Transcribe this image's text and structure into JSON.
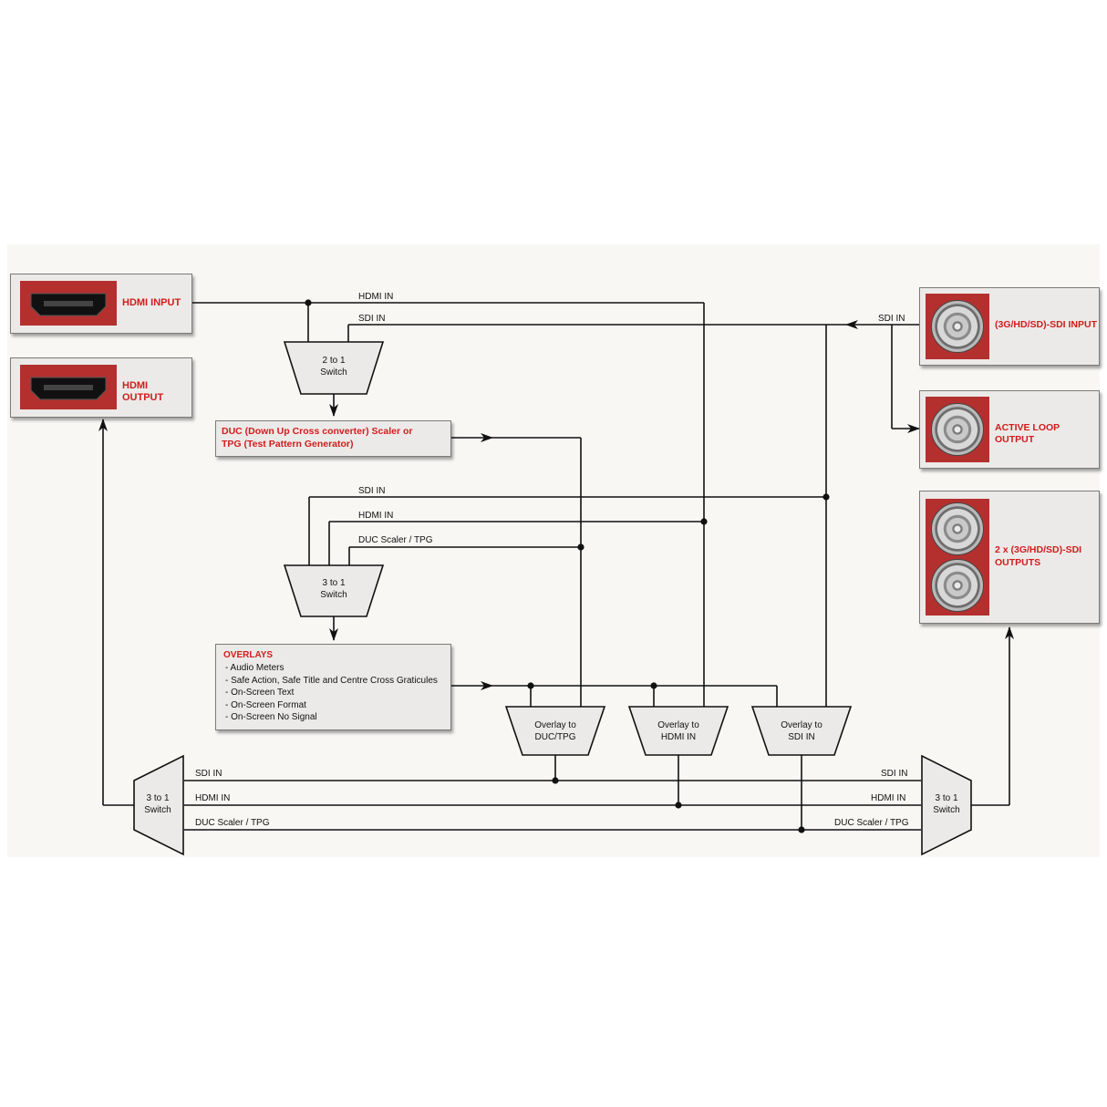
{
  "blocks": {
    "hdmi_input": "HDMI INPUT",
    "hdmi_output": "HDMI OUTPUT",
    "sdi_input": "(3G/HD/SD)-SDI INPUT",
    "active_loop_output": "ACTIVE LOOP OUTPUT",
    "sdi_outputs_line1": "2 x (3G/HD/SD)-SDI",
    "sdi_outputs_line2": "OUTPUTS",
    "duc_line1": "DUC (Down Up Cross converter) Scaler or",
    "duc_line2": "TPG (Test Pattern Generator)",
    "overlays_title": "OVERLAYS",
    "overlays_items": [
      "- Audio Meters",
      "- Safe Action, Safe Title and Centre Cross Graticules",
      "- On-Screen Text",
      "- On-Screen Format",
      "- On-Screen No Signal"
    ]
  },
  "switches": {
    "sw_2to1": [
      "2 to 1",
      "Switch"
    ],
    "sw_3to1_mid": [
      "3 to 1",
      "Switch"
    ],
    "sw_3to1_left": [
      "3 to 1",
      "Switch"
    ],
    "sw_3to1_right": [
      "3 to 1",
      "Switch"
    ],
    "ov_duc": [
      "Overlay to",
      "DUC/TPG"
    ],
    "ov_hdmi": [
      "Overlay to",
      "HDMI IN"
    ],
    "ov_sdi": [
      "Overlay to",
      "SDI IN"
    ]
  },
  "signals": {
    "hdmi_in_top": "HDMI IN",
    "sdi_in_top": "SDI IN",
    "sdi_in_right": "SDI IN",
    "sdi_in_mid": "SDI IN",
    "hdmi_in_mid": "HDMI IN",
    "duc_mid": "DUC Scaler / TPG",
    "sdi_in_bus_left": "SDI IN",
    "hdmi_in_bus_left": "HDMI IN",
    "duc_bus_left": "DUC Scaler / TPG",
    "sdi_in_bus_right": "SDI IN",
    "hdmi_in_bus_right": "HDMI IN",
    "duc_bus_right": "DUC Scaler / TPG"
  },
  "colors": {
    "label_red": "#d01c1c",
    "port_red": "#b3302e",
    "box_fill": "#eceae8",
    "line": "#111111"
  }
}
